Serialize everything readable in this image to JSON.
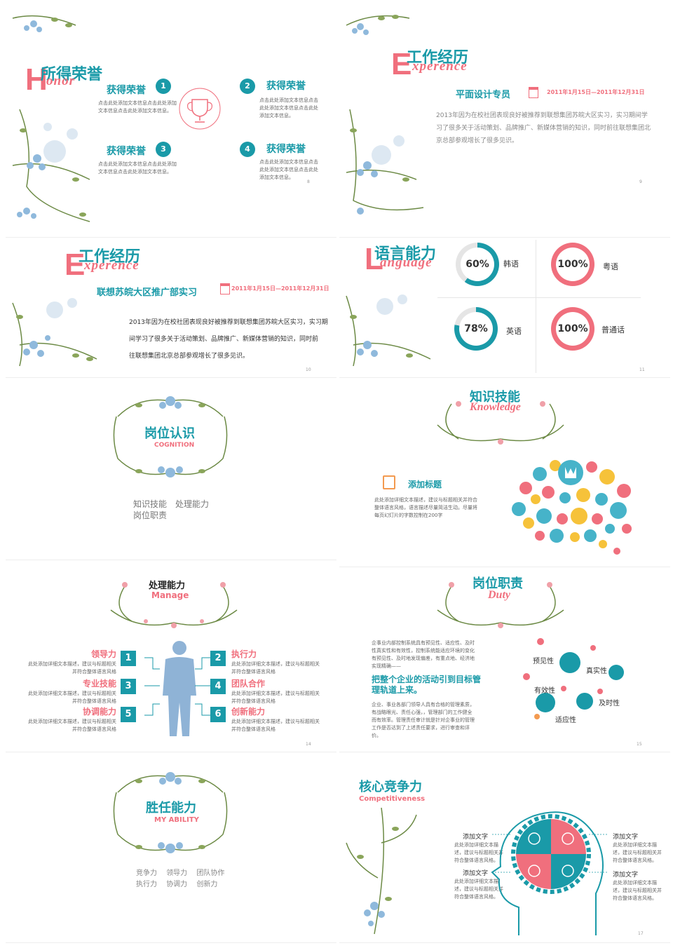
{
  "s1": {
    "cn_title": "所得荣誉",
    "big_letter": "H",
    "en_word": "onor",
    "items": [
      {
        "num": "1",
        "title": "获得荣誉",
        "desc": "点击此处添加文本信息点击此处添加文本信息点击此处添加文本信息。"
      },
      {
        "num": "2",
        "title": "获得荣誉",
        "desc": "点击此处添加文本信息点击此处添加文本信息点击此处添加文本信息。"
      },
      {
        "num": "3",
        "title": "获得荣誉",
        "desc": "点击此处添加文本信息点击此处添加文本信息点击此处添加文本信息。"
      },
      {
        "num": "4",
        "title": "获得荣誉",
        "desc": "点击此处添加文本信息点击此处添加文本信息点击此处添加文本信息。"
      }
    ],
    "page": "8"
  },
  "s2": {
    "cn_title": "工作经历",
    "big_letter": "E",
    "en_word": "xperence",
    "role": "平面设计专员",
    "date": "2011年1月15日—2011年12月31日",
    "body": "2013年因为在校社团表现良好被推荐到联想集团苏皖大区实习，实习期间学习了很多关于活动策划、品牌推广、新媒体营销的知识，同时前往联想集团北京总部参观增长了很多见识。",
    "page": "9"
  },
  "s3": {
    "cn_title": "工作经历",
    "big_letter": "E",
    "en_word": "xperence",
    "role": "联想苏皖大区推广部实习",
    "date": "2011年1月15日—2011年12月31日",
    "body_lines": [
      "2013年因为在校社团表现良好被推荐到联想集团苏皖大区实习，实习期",
      "间学习了很多关于活动策划、品牌推广、新媒体营销的知识，同时前",
      "往联想集团北京总部参观增长了很多见识。"
    ],
    "page": "10"
  },
  "s4": {
    "cn_title": "语言能力",
    "big_letter": "L",
    "en_word": "anguage",
    "langs": [
      {
        "pct": "60%",
        "level": 60,
        "name": "韩语",
        "color": "#1a9aa8"
      },
      {
        "pct": "100%",
        "level": 100,
        "name": "粤语",
        "color": "#f06f7d"
      },
      {
        "pct": "78%",
        "level": 78,
        "name": "英语",
        "color": "#1a9aa8"
      },
      {
        "pct": "100%",
        "level": 100,
        "name": "普通话",
        "color": "#f06f7d"
      }
    ],
    "page": "11"
  },
  "s5": {
    "cn_title": "岗位认识",
    "en_word": "COGNITION",
    "links": [
      "知识技能",
      "处理能力",
      "岗位职责"
    ]
  },
  "s6": {
    "cn_title": "知识技能",
    "en_word": "Knowledge",
    "heading": "添加标题",
    "body": "此处添加详细文本描述，建议与标题相关并符合整体语言风格，语言描述尽量简洁生动。尽量将每页幻灯片的字数控制在200字"
  },
  "s7": {
    "cn_title": "处理能力",
    "en_word": "Manage",
    "items": [
      {
        "num": "1",
        "title": "领导力",
        "desc": "此处添加详细文本描述，建议与标题相关并符合整体语言风格"
      },
      {
        "num": "2",
        "title": "执行力",
        "desc": "此处添加详细文本描述，建议与标题相关并符合整体语言风格"
      },
      {
        "num": "3",
        "title": "专业技能",
        "desc": "此处添加详细文本描述，建议与标题相关并符合整体语言风格"
      },
      {
        "num": "4",
        "title": "团队合作",
        "desc": "此处添加详细文本描述，建议与标题相关并符合整体语言风格"
      },
      {
        "num": "5",
        "title": "协调能力",
        "desc": "此处添加详细文本描述，建议与标题相关并符合整体语言风格"
      },
      {
        "num": "6",
        "title": "创新能力",
        "desc": "此处添加详细文本描述，建议与标题相关并符合整体语言风格"
      }
    ],
    "page": "14"
  },
  "s8": {
    "cn_title": "岗位职责",
    "en_word": "Duty",
    "intro": "企事业内部控制系统具有预见性、适应性、及时性真实性和有效性，控制系统能适应环境的变化有预见性、及时地发现偏差，有重点地、经济地实现精确——",
    "headline": "把整个企业的活动引到目标管理轨道上来。",
    "body": "企业、事业各部门领导人具有合格的管理素质，有战略眼光、责任心强，，管理部门的工作健全而有效率。管理责任审计就是针对企事业的管理工作是否达到了上述责任要求，进行审查和评价。",
    "labels": [
      "预见性",
      "真实性",
      "有效性",
      "及时性",
      "适应性"
    ],
    "page": "15"
  },
  "s9": {
    "cn_title": "胜任能力",
    "en_word": "MY ABILITY",
    "row1": [
      "竞争力",
      "领导力",
      "团队协作"
    ],
    "row2": [
      "执行力",
      "协调力",
      "创新力"
    ]
  },
  "s10": {
    "cn_title": "核心竞争力",
    "en_word": "Competitiveness",
    "texts": [
      {
        "title": "添加文字",
        "desc": "此处添加详细文本描述，建议与标题相关并符合整体语言风格。"
      },
      {
        "title": "添加文字",
        "desc": "此处添加详细文本描述，建议与标题相关并符合整体语言风格。"
      },
      {
        "title": "添加文字",
        "desc": "此处添加详细文本描述，建议与标题相关并符合整体语言风格。"
      },
      {
        "title": "添加文字",
        "desc": "此处添加详细文本描述，建议与标题相关并符合整体语言风格。"
      }
    ],
    "page": "17"
  },
  "colors": {
    "teal": "#1a9aa8",
    "pink": "#f06f7d",
    "blue_flower": "#8fb9dc",
    "leaf": "#7c9a52"
  }
}
